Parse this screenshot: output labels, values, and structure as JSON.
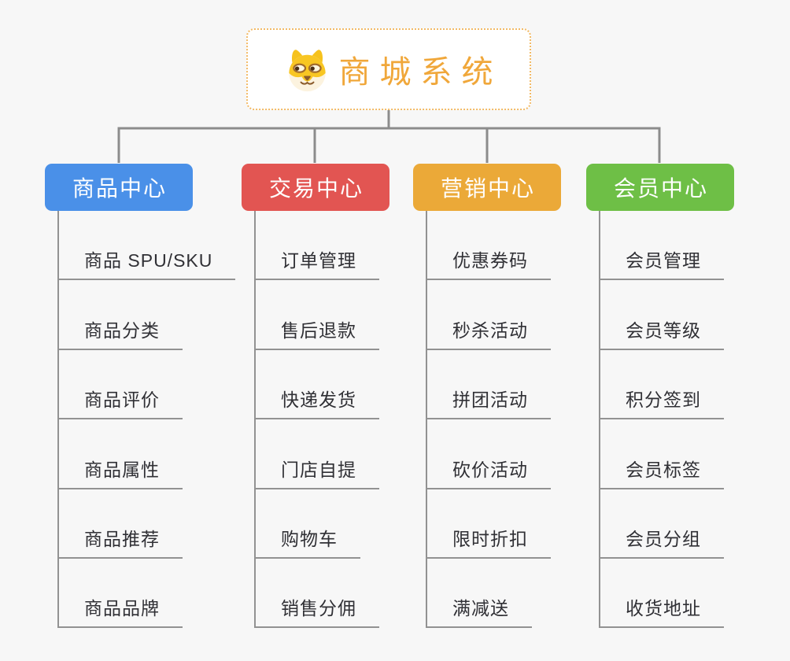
{
  "canvas": {
    "background": "#f7f7f7"
  },
  "theme": {
    "main_connector_color": "#8C8C8C",
    "line_color": "#929292",
    "leaf_text_color": "#303035"
  },
  "root": {
    "title": "商城系统",
    "title_color": "#F0A73A",
    "border_color": "#F2BA66",
    "icon": "shiba-dog-icon"
  },
  "branches": [
    {
      "id": "product-center",
      "label": "商品中心",
      "color": "#4A90E8",
      "children": [
        "商品 SPU/SKU",
        "商品分类",
        "商品评价",
        "商品属性",
        "商品推荐",
        "商品品牌"
      ]
    },
    {
      "id": "trade-center",
      "label": "交易中心",
      "color": "#E25552",
      "children": [
        "订单管理",
        "售后退款",
        "快递发货",
        "门店自提",
        "购物车",
        "销售分佣"
      ]
    },
    {
      "id": "marketing-center",
      "label": "营销中心",
      "color": "#EBA938",
      "children": [
        "优惠券码",
        "秒杀活动",
        "拼团活动",
        "砍价活动",
        "限时折扣",
        "满减送"
      ]
    },
    {
      "id": "member-center",
      "label": "会员中心",
      "color": "#6EBF46",
      "children": [
        "会员管理",
        "会员等级",
        "积分签到",
        "会员标签",
        "会员分组",
        "收货地址"
      ]
    }
  ]
}
